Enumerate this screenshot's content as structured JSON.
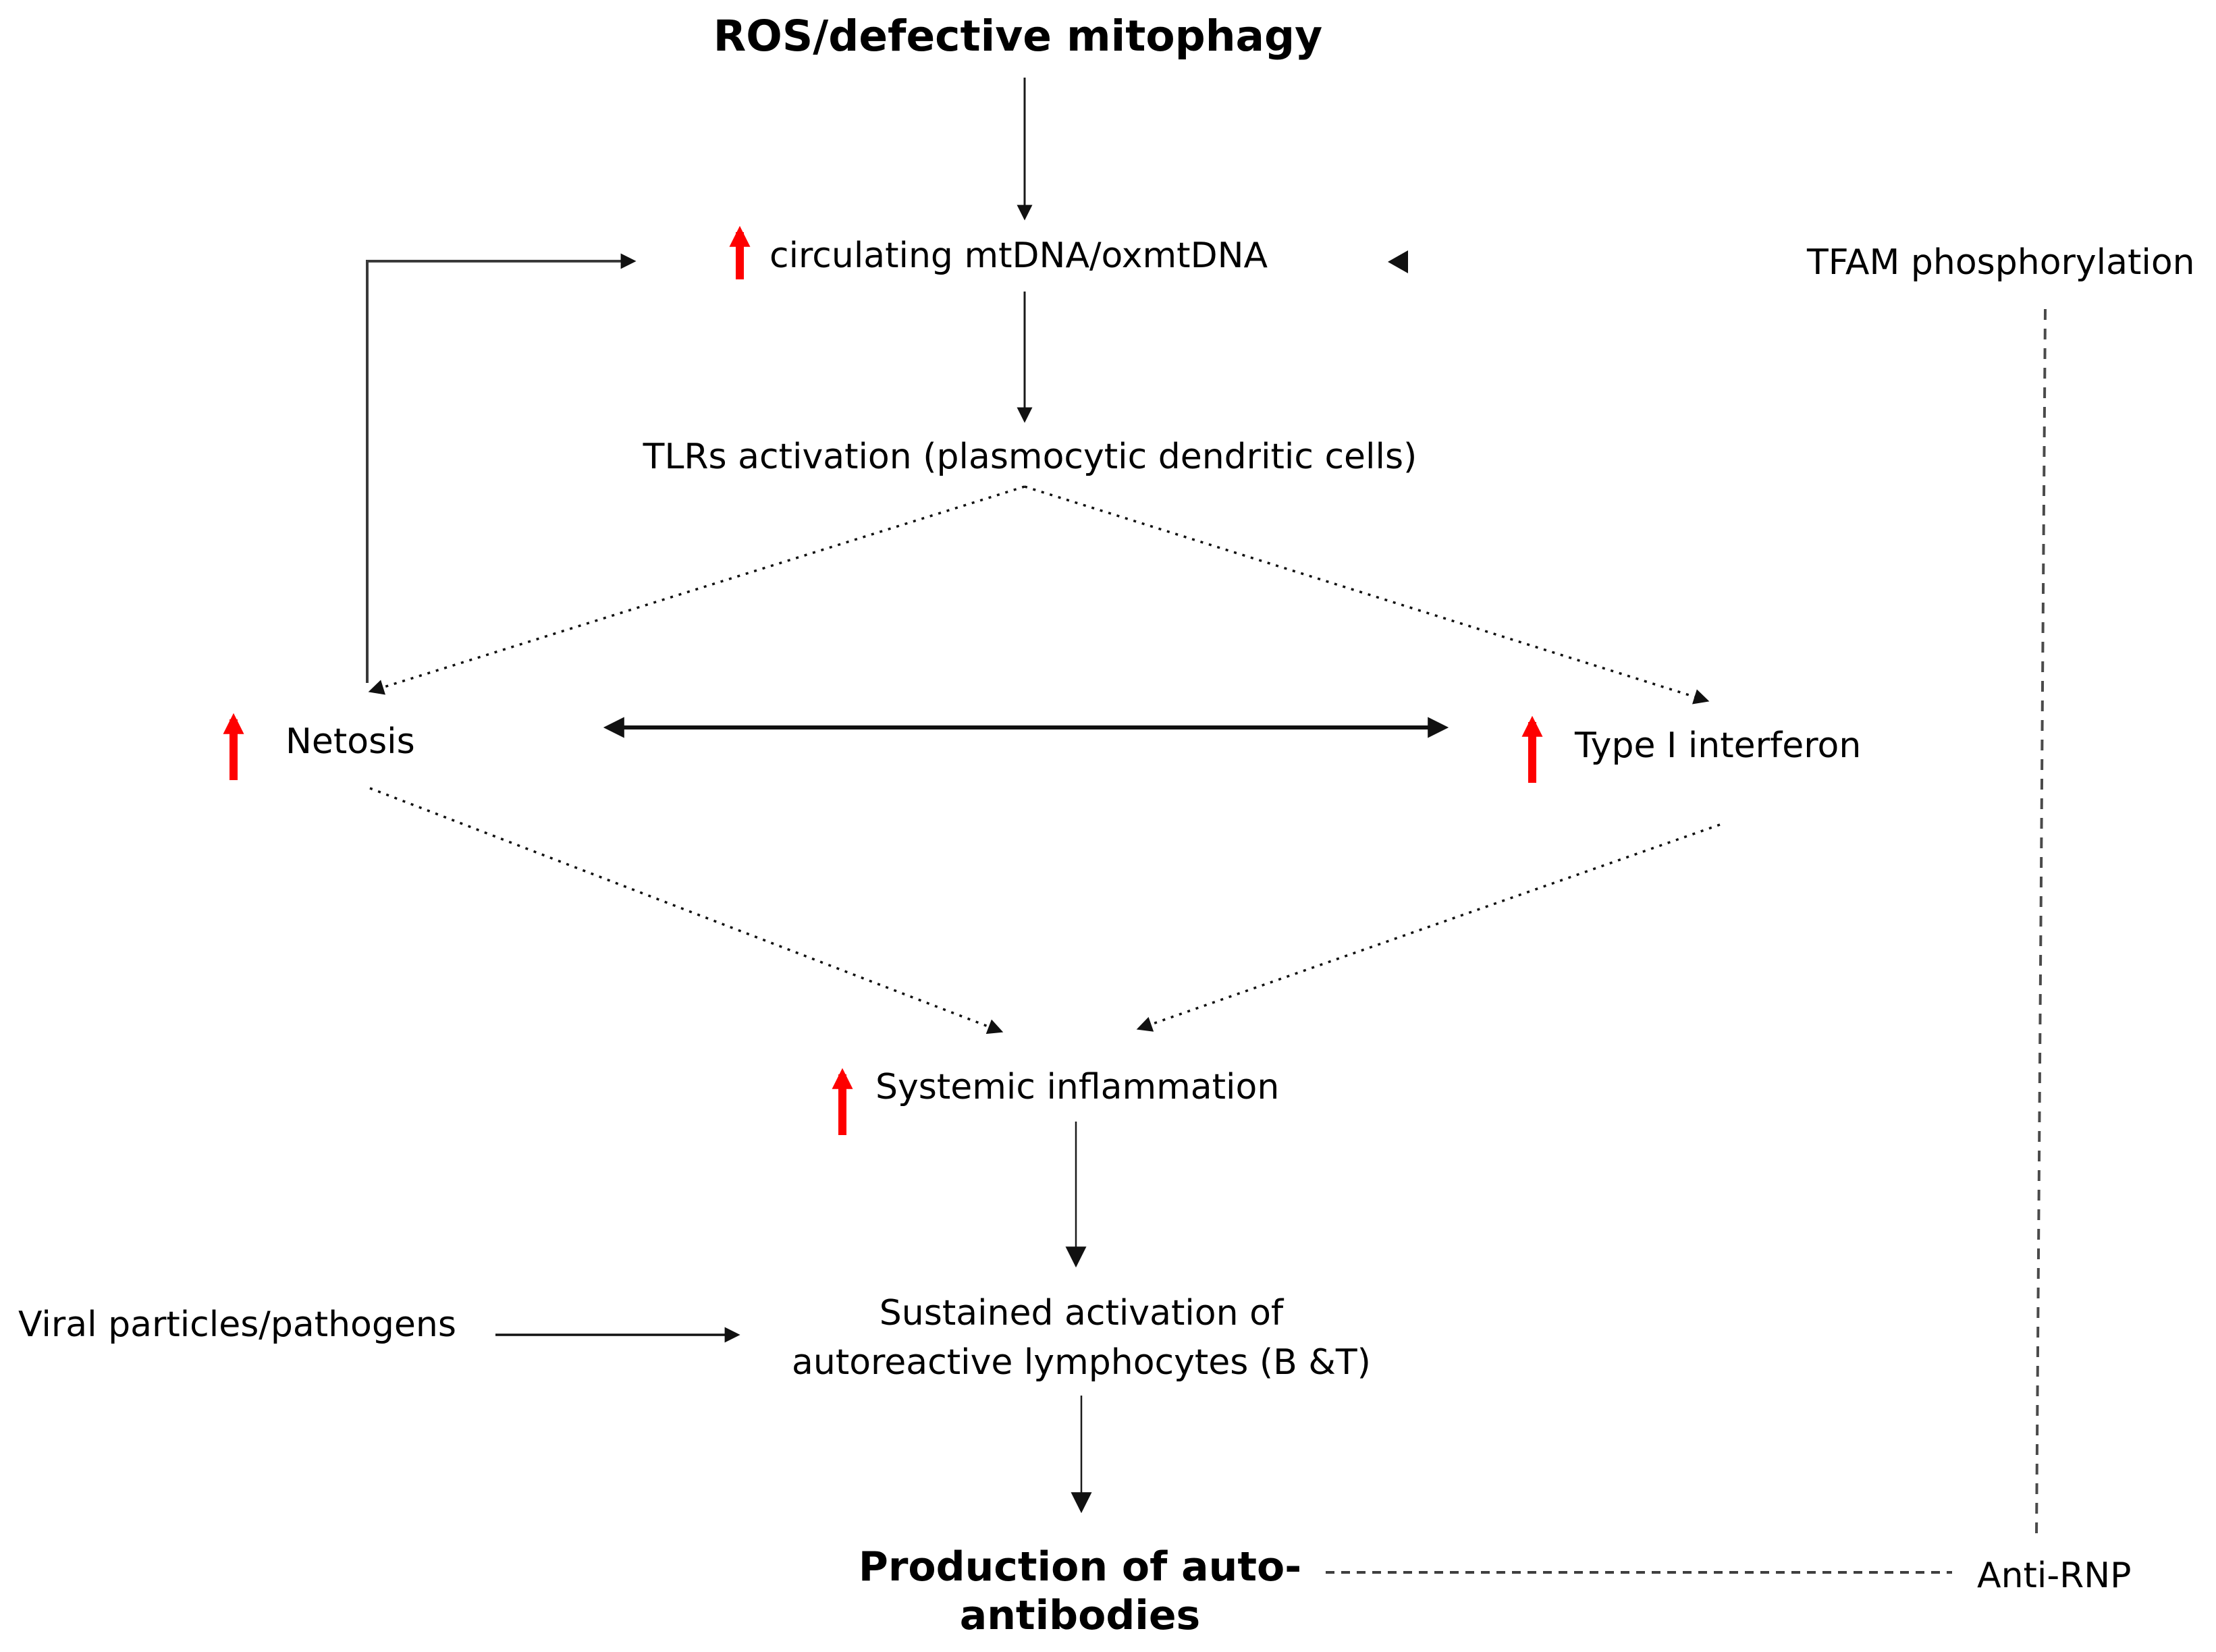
{
  "diagram": {
    "title": "ROS/defective mitophagy",
    "nodes": {
      "title": {
        "label": "ROS/defective mitophagy",
        "emphasis": "bold"
      },
      "circulating_mtdna": {
        "label": "circulating mtDNA/oxmtDNA",
        "has_increase_arrow": true
      },
      "tfam": {
        "label": "TFAM phosphorylation"
      },
      "tlrs": {
        "label": "TLRs activation (plasmocytic dendritic cells)"
      },
      "netosis": {
        "label": "Netosis",
        "has_increase_arrow": true
      },
      "type_i_interferon": {
        "label": "Type I interferon",
        "has_increase_arrow": true
      },
      "systemic_inflammation": {
        "label": "Systemic inflammation",
        "has_increase_arrow": true
      },
      "viral_particles": {
        "label": "Viral particles/pathogens"
      },
      "sustained_activation": {
        "line1": "Sustained activation of",
        "line2": "autoreactive lymphocytes (B &T)"
      },
      "production_autoantibodies": {
        "line1": "Production of auto-",
        "line2": "antibodies",
        "emphasis": "bold"
      },
      "anti_rnp": {
        "label": "Anti-RNP"
      }
    },
    "edges": [
      {
        "from": "ROS/defective mitophagy",
        "to": "circulating mtDNA/oxmtDNA",
        "style": "solid-arrow"
      },
      {
        "from": "circulating mtDNA/oxmtDNA",
        "to": "TLRs activation (plasmocytic dendritic cells)",
        "style": "solid-arrow"
      },
      {
        "from": "TLRs activation (plasmocytic dendritic cells)",
        "to": "Netosis",
        "style": "dotted-arrow"
      },
      {
        "from": "TLRs activation (plasmocytic dendritic cells)",
        "to": "Type I interferon",
        "style": "dotted-arrow"
      },
      {
        "from": "Netosis",
        "to": "circulating mtDNA/oxmtDNA",
        "style": "solid-elbow-arrow"
      },
      {
        "from": "Netosis",
        "to": "Type I interferon",
        "style": "double-headed-arrow"
      },
      {
        "from": "Netosis",
        "to": "Systemic inflammation",
        "style": "dotted-arrow"
      },
      {
        "from": "Type I interferon",
        "to": "Systemic inflammation",
        "style": "dotted-arrow"
      },
      {
        "from": "Systemic inflammation",
        "to": "Sustained activation of autoreactive lymphocytes (B &T)",
        "style": "solid-arrow"
      },
      {
        "from": "Viral particles/pathogens",
        "to": "Sustained activation of autoreactive lymphocytes (B &T)",
        "style": "solid-arrow"
      },
      {
        "from": "Sustained activation of autoreactive lymphocytes (B &T)",
        "to": "Production of auto-antibodies",
        "style": "solid-arrow"
      },
      {
        "from": "TFAM phosphorylation",
        "to": "circulating mtDNA/oxmtDNA",
        "style": "arrowhead-only"
      },
      {
        "from": "TFAM phosphorylation",
        "to": "Anti-RNP",
        "style": "dashed-line"
      },
      {
        "from": "Production of auto-antibodies",
        "to": "Anti-RNP",
        "style": "dashed-line"
      }
    ],
    "colors": {
      "increase_arrow": "#fe0000",
      "text": "#000000",
      "solid_line": "#1a1a1a",
      "dashed_line": "#4a4a4a"
    }
  }
}
